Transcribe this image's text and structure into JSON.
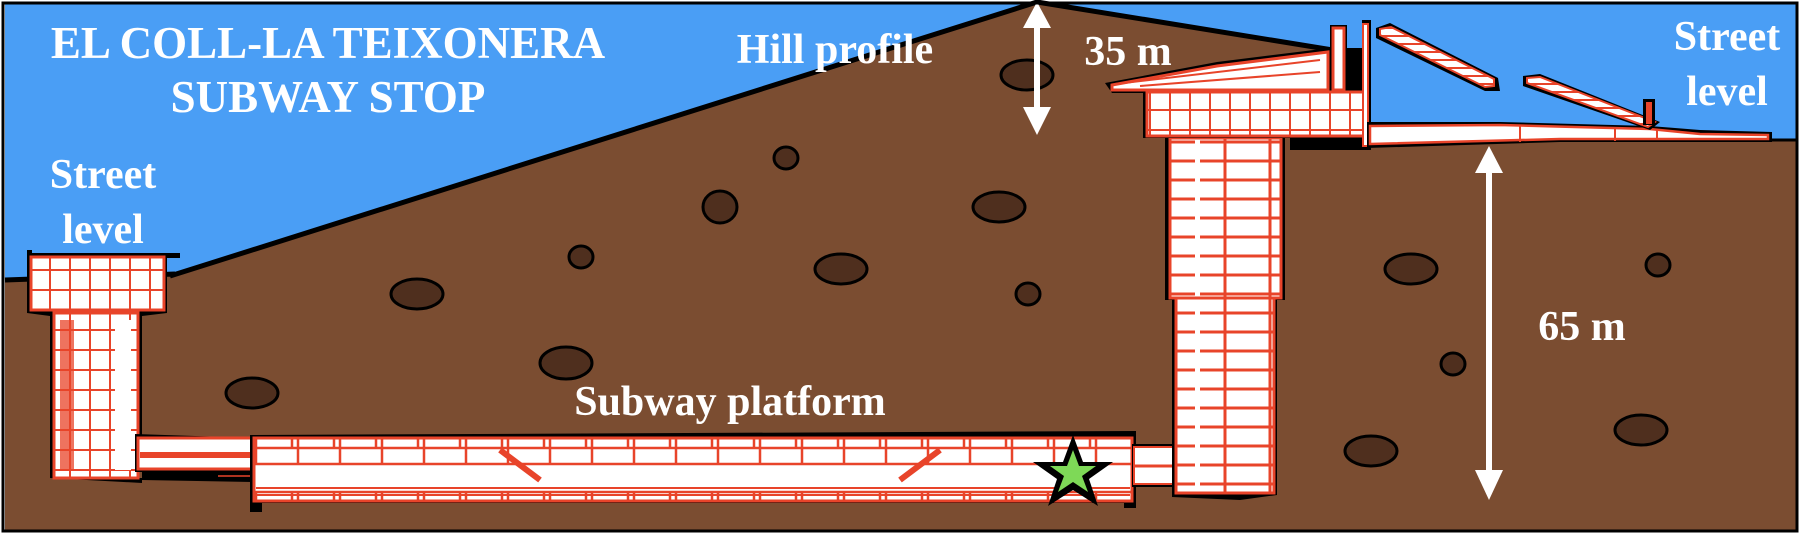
{
  "diagram": {
    "title_line1": "EL COLL-LA TEIXONERA",
    "title_line2": "SUBWAY STOP",
    "labels": {
      "street_level_left_line1": "Street",
      "street_level_left_line2": "level",
      "street_level_right_line1": "Street",
      "street_level_right_line2": "level",
      "hill_profile": "Hill profile",
      "hill_height": "35 m",
      "depth": "65 m",
      "platform": "Subway platform"
    },
    "marker": {
      "type": "star",
      "meaning": "you-are-here",
      "color": "#7ED957"
    },
    "colors": {
      "sky": "#4A9EF5",
      "ground": "#7B4D31",
      "rock": "#4F2F1E",
      "structure_line": "#E8442A",
      "structure_fill": "#ffffff",
      "outline": "#000000",
      "text": "#ffffff"
    },
    "measurements": [
      {
        "label": "35 m",
        "description": "hill peak above upper street level"
      },
      {
        "label": "65 m",
        "description": "platform depth below upper street level"
      }
    ]
  }
}
